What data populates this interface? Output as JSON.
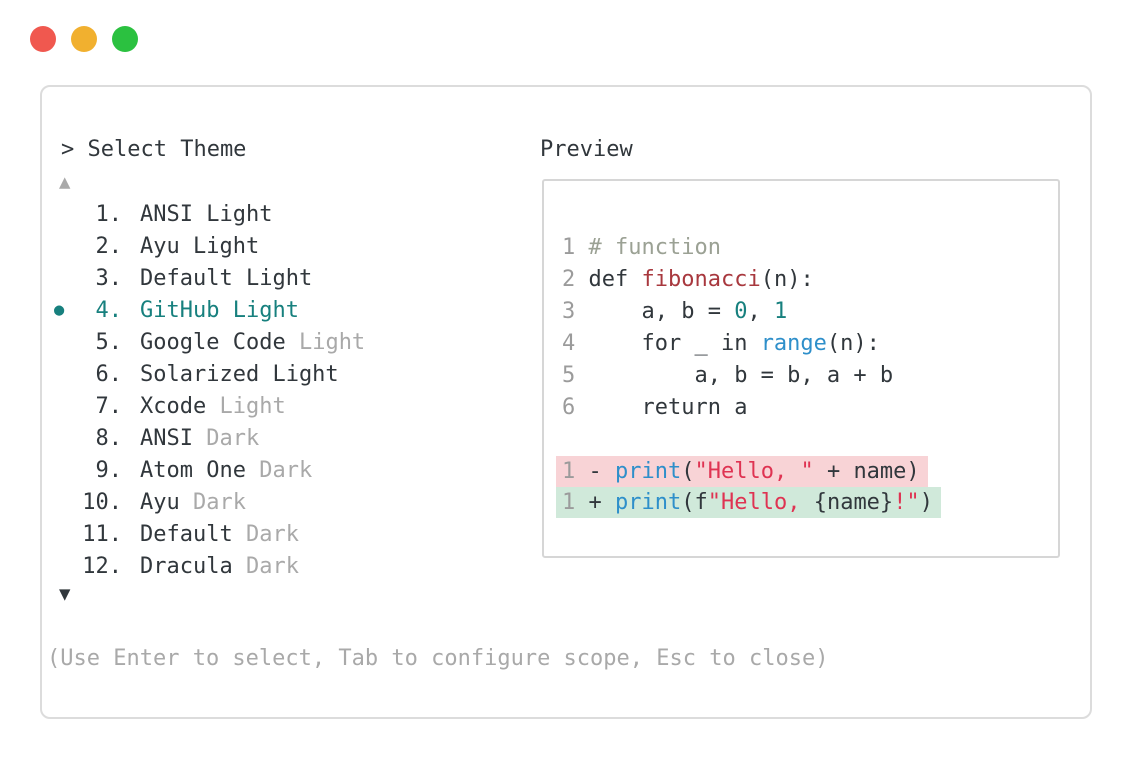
{
  "window": {
    "traffic_lights": [
      {
        "name": "close",
        "color": "#f0584f"
      },
      {
        "name": "minimize",
        "color": "#f1b02f"
      },
      {
        "name": "zoom",
        "color": "#2bc140"
      }
    ]
  },
  "selector": {
    "title": "> Select Theme",
    "scroll_up_glyph": "▲",
    "scroll_down_glyph": "▼",
    "selected_bullet_glyph": "●",
    "selected_index": 4,
    "items": [
      {
        "number": "1.",
        "name": "ANSI Light",
        "variant": "",
        "selected": false
      },
      {
        "number": "2.",
        "name": "Ayu Light",
        "variant": "",
        "selected": false
      },
      {
        "number": "3.",
        "name": "Default Light",
        "variant": "",
        "selected": false
      },
      {
        "number": "4.",
        "name": "GitHub Light",
        "variant": "",
        "selected": true
      },
      {
        "number": "5.",
        "name": "Google Code",
        "variant": "Light",
        "selected": false
      },
      {
        "number": "6.",
        "name": "Solarized Light",
        "variant": "",
        "selected": false
      },
      {
        "number": "7.",
        "name": "Xcode",
        "variant": "Light",
        "selected": false
      },
      {
        "number": "8.",
        "name": "ANSI",
        "variant": "Dark",
        "selected": false
      },
      {
        "number": "9.",
        "name": "Atom One",
        "variant": "Dark",
        "selected": false
      },
      {
        "number": "10.",
        "name": "Ayu",
        "variant": "Dark",
        "selected": false
      },
      {
        "number": "11.",
        "name": "Default",
        "variant": "Dark",
        "selected": false
      },
      {
        "number": "12.",
        "name": "Dracula",
        "variant": "Dark",
        "selected": false
      }
    ],
    "footer_hint": "(Use Enter to select, Tab to configure scope, Esc to close)"
  },
  "preview": {
    "label": "Preview",
    "code_lines": [
      {
        "line_number": "1",
        "segments": [
          {
            "t": "# function",
            "c": "comment"
          }
        ]
      },
      {
        "line_number": "2",
        "segments": [
          {
            "t": "def ",
            "c": "code"
          },
          {
            "t": "fibonacci",
            "c": "func"
          },
          {
            "t": "(n):",
            "c": "code"
          }
        ]
      },
      {
        "line_number": "3",
        "segments": [
          {
            "t": "    a, b = ",
            "c": "code"
          },
          {
            "t": "0",
            "c": "num"
          },
          {
            "t": ", ",
            "c": "code"
          },
          {
            "t": "1",
            "c": "num"
          }
        ]
      },
      {
        "line_number": "4",
        "segments": [
          {
            "t": "    for _ in ",
            "c": "code"
          },
          {
            "t": "range",
            "c": "builtin"
          },
          {
            "t": "(n):",
            "c": "code"
          }
        ]
      },
      {
        "line_number": "5",
        "segments": [
          {
            "t": "        a, b = b, a + b",
            "c": "code"
          }
        ]
      },
      {
        "line_number": "6",
        "segments": [
          {
            "t": "    return a",
            "c": "code"
          }
        ]
      }
    ],
    "diff_lines": [
      {
        "line_number": "1",
        "type": "removed",
        "segments": [
          {
            "t": "- ",
            "c": "code"
          },
          {
            "t": "print",
            "c": "builtin"
          },
          {
            "t": "(",
            "c": "code"
          },
          {
            "t": "\"Hello, \"",
            "c": "str"
          },
          {
            "t": " + name)",
            "c": "code"
          }
        ]
      },
      {
        "line_number": "1",
        "type": "added",
        "segments": [
          {
            "t": "+ ",
            "c": "code"
          },
          {
            "t": "print",
            "c": "builtin"
          },
          {
            "t": "(f",
            "c": "code"
          },
          {
            "t": "\"Hello, ",
            "c": "str"
          },
          {
            "t": "{name}",
            "c": "code"
          },
          {
            "t": "!\"",
            "c": "str"
          },
          {
            "t": ")",
            "c": "code"
          }
        ]
      }
    ]
  },
  "colors": {
    "text_dark": "#31373c",
    "text_muted": "#a9a9a9",
    "accent_teal": "#17807e",
    "comment": "#9ba194",
    "func_red": "#a8383e",
    "builtin_blue": "#2e8fca",
    "string_red": "#df3352",
    "removed_bg": "#f8d3d6",
    "added_bg": "#d0e9da",
    "panel_border": "#dcdcdc"
  }
}
